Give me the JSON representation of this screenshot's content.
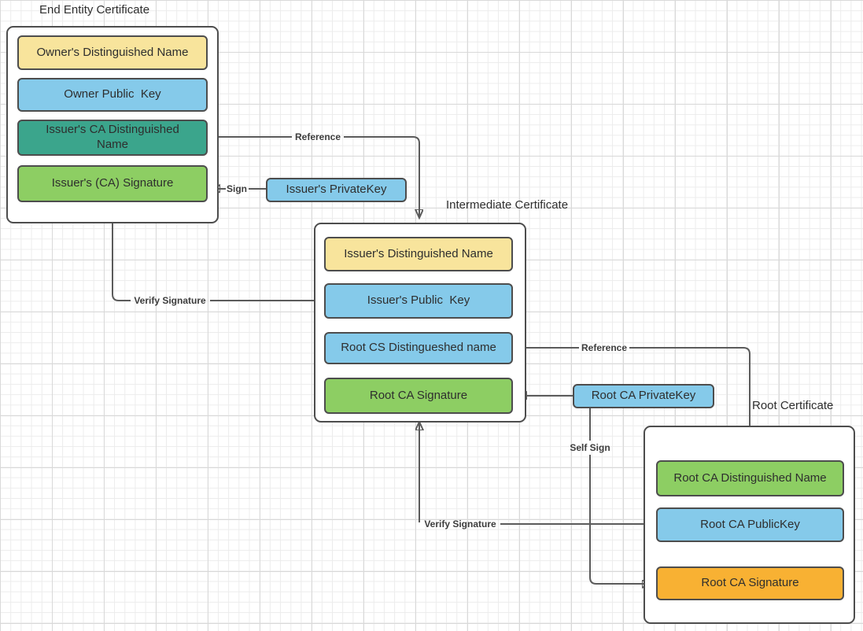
{
  "palette": {
    "yellow": "#F8E49C",
    "blue": "#85CAEA",
    "teal": "#3BA58C",
    "green": "#8DCE63",
    "orange": "#F8B133",
    "shape_border": "#4d4d4d",
    "wire": "#5b5b5b",
    "grid_minor": "#ececec",
    "grid_major": "#d9d9d9"
  },
  "containers": [
    {
      "title": "End Entity Certificate",
      "fields": [
        {
          "label": "Owner's Distinguished Name",
          "color": "yellow"
        },
        {
          "label": "Owner Public  Key",
          "color": "blue"
        },
        {
          "label": "Issuer's CA Distinguished Name",
          "color": "teal"
        },
        {
          "label": "Issuer's (CA) Signature",
          "color": "green"
        }
      ]
    },
    {
      "title": "Intermediate Certificate",
      "fields": [
        {
          "label": "Issuer's Distinguished Name",
          "color": "yellow"
        },
        {
          "label": "Issuer's Public  Key",
          "color": "blue"
        },
        {
          "label": "Root CS Distingueshed name",
          "color": "blue"
        },
        {
          "label": "Root CA Signature",
          "color": "green"
        }
      ]
    },
    {
      "title": "Root Certificate",
      "fields": [
        {
          "label": "Root CA Distinguished Name",
          "color": "green"
        },
        {
          "label": "Root CA PublicKey",
          "color": "blue"
        },
        {
          "label": "Root CA Signature",
          "color": "orange"
        }
      ]
    }
  ],
  "standalone_boxes": [
    {
      "label": "Issuer's PrivateKey",
      "color": "blue"
    },
    {
      "label": "Root CA PrivateKey",
      "color": "blue"
    }
  ],
  "edge_labels": {
    "reference_top": "Reference",
    "sign": "Sign",
    "verify_signature_1": "Verify Signature",
    "reference_bottom": "Reference",
    "self_sign": "Self Sign",
    "verify_signature_2": "Verify Signature"
  }
}
